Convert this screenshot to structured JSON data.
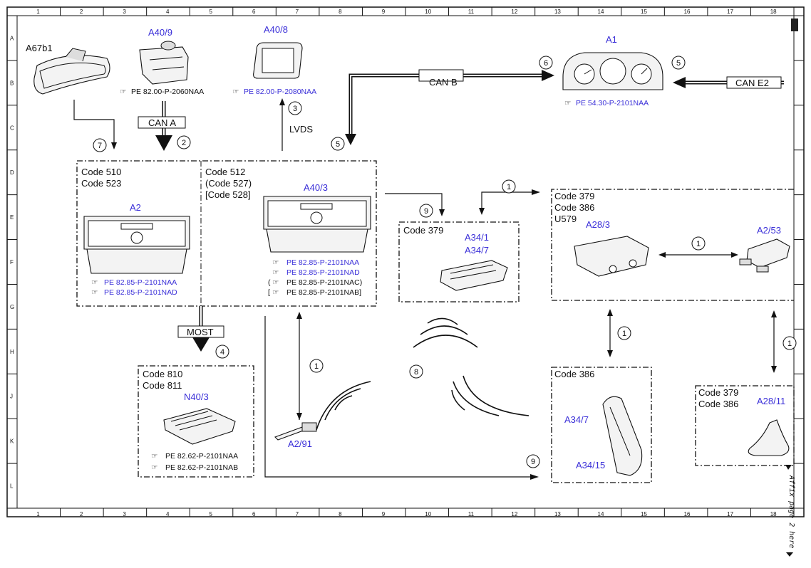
{
  "grid": {
    "columns": [
      "1",
      "2",
      "3",
      "4",
      "5",
      "6",
      "7",
      "8",
      "9",
      "10",
      "11",
      "12",
      "13",
      "14",
      "15",
      "16",
      "17",
      "18"
    ],
    "rows": [
      "A",
      "B",
      "C",
      "D",
      "E",
      "F",
      "G",
      "H",
      "J",
      "K",
      "L"
    ]
  },
  "side_note": "Affix page 2 here",
  "components": {
    "a67b1": "A67b1",
    "a40_9": "A40/9",
    "a40_8": "A40/8",
    "a1": "A1",
    "a2": "A2",
    "a40_3": "A40/3",
    "a34_1": "A34/1",
    "a34_7a": "A34/7",
    "a28_3": "A28/3",
    "a2_53": "A2/53",
    "n40_3": "N40/3",
    "a2_91": "A2/91",
    "a34_7b": "A34/7",
    "a34_15": "A34/15",
    "a28_11": "A28/11"
  },
  "refs": {
    "a40_9": "PE 82.00-P-2060NAA",
    "a40_8": "PE 82.00-P-2080NAA",
    "a1": "PE 54.30-P-2101NAA",
    "a2_1": "PE 82.85-P-2101NAA",
    "a2_2": "PE 82.85-P-2101NAD",
    "a40_3_1": "PE 82.85-P-2101NAA",
    "a40_3_2": "PE 82.85-P-2101NAD",
    "a40_3_3": "PE 82.85-P-2101NAC)",
    "a40_3_4": "PE 82.85-P-2101NAB]",
    "a40_3_3_open": "(",
    "a40_3_4_open": "[",
    "n40_3_1": "PE 82.62-P-2101NAA",
    "n40_3_2": "PE 82.62-P-2101NAB"
  },
  "buses": {
    "can_a": "CAN A",
    "can_b": "CAN B",
    "can_e2": "CAN E2",
    "lvds": "LVDS",
    "most": "MOST"
  },
  "codes": {
    "box_a2": [
      "Code 510",
      "Code 523"
    ],
    "box_a40_3": [
      "Code 512",
      "(Code 527)",
      "[Code 528]"
    ],
    "box_a34": [
      "Code 379"
    ],
    "box_a28": [
      "Code 379",
      "Code 386",
      "U579"
    ],
    "box_n40": [
      "Code 810",
      "Code 811"
    ],
    "box_a34_15": [
      "Code 386"
    ],
    "box_a28_11": [
      "Code 379",
      "Code 386"
    ]
  },
  "callouts": [
    "1",
    "2",
    "3",
    "4",
    "5",
    "6",
    "7",
    "8",
    "9"
  ]
}
